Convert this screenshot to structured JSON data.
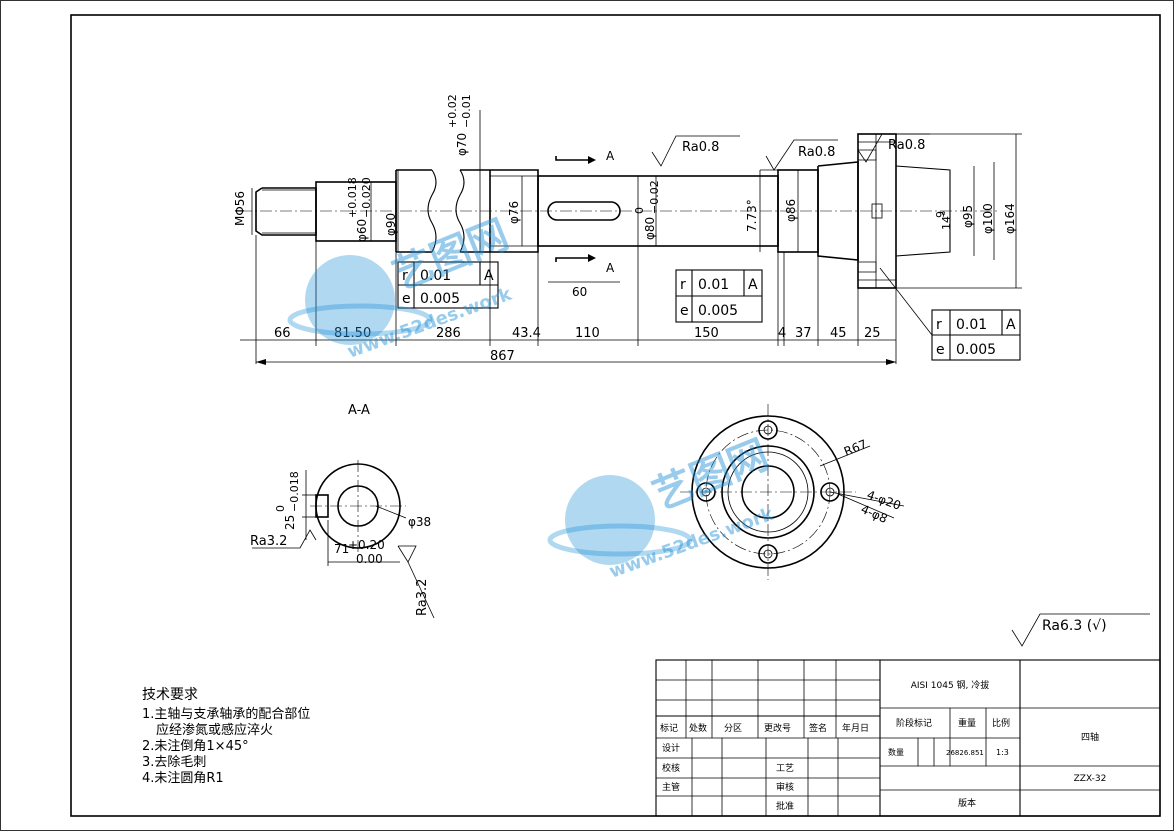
{
  "drawing": {
    "main_view": {
      "tolerance_top": "φ70+0.02\n−0.01",
      "tol_70_a": "+0.02",
      "tol_70_b": "−0.01",
      "d70": "φ70",
      "section_mark": "A",
      "ra_1": "Ra0.8",
      "ra_2": "Ra0.8",
      "ra_3": "Ra0.8",
      "thread": "MΦ56",
      "d60": "φ60",
      "d60_tol_a": "+0.018",
      "d60_tol_b": "−0.020",
      "d90": "φ90",
      "d76": "φ76",
      "d80": "φ80",
      "d80_tol_a": "0",
      "d80_tol_b": "−0.02",
      "taper": "7.73°",
      "d86": "φ86",
      "d95": "φ95",
      "d100": "φ100",
      "d164": "φ164",
      "angle9": "9",
      "angle14": "14°",
      "key_len": "60",
      "gdt_left": {
        "sym": "r",
        "val": "0.01",
        "datum": "A",
        "sym2": "e",
        "val2": "0.005"
      },
      "gdt_mid": {
        "sym": "r",
        "val": "0.01",
        "datum": "A",
        "sym2": "e",
        "val2": "0.005"
      },
      "gdt_right": {
        "sym": "r",
        "val": "0.01",
        "datum": "A",
        "sym2": "e",
        "val2": "0.005"
      },
      "dims": [
        "66",
        "81.50",
        "286",
        "43.4",
        "110",
        "150",
        "4",
        "37",
        "45",
        "25"
      ],
      "total": "867"
    },
    "section_view": {
      "label": "A-A",
      "d38": "φ38",
      "w25": "25",
      "w25_tol_a": "0",
      "w25_tol_b": "−0.018",
      "h71": "71",
      "h71_tol_a": "+0.20",
      "h71_tol_b": "0.00",
      "ra_left": "Ra3.2",
      "ra_bottom": "Ra3.2"
    },
    "end_view": {
      "r67": "R67",
      "holes": "4-φ20",
      "holes2": "4-φ8"
    },
    "surface_general": "Ra6.3  (√)",
    "watermark": {
      "brand": "艺图网",
      "url": "www.52des.work"
    },
    "tech_req": {
      "title": "技术要求",
      "items": [
        "1.主轴与支承轴承的配合部位",
        "  应经渗氮或感应淬火",
        "2.未注倒角1×45°",
        "3.去除毛刺",
        "4.未注圆角R1"
      ]
    },
    "title_block": {
      "material": "AISI 1045 钢, 冷拔",
      "name": "四轴",
      "code": "ZZX-32",
      "row_labels": [
        "标记",
        "处数",
        "分区",
        "更改号",
        "签名",
        "年月日"
      ],
      "stage": "阶段标记",
      "weight": "重量",
      "scale_label": "比例",
      "qty": "数量",
      "weight_val": "26826.851",
      "scale_val": "1:3",
      "design": "设计",
      "check": "校核",
      "chief": "主管",
      "process": "工艺",
      "review": "审核",
      "approve": "批准",
      "version": "版本"
    }
  }
}
